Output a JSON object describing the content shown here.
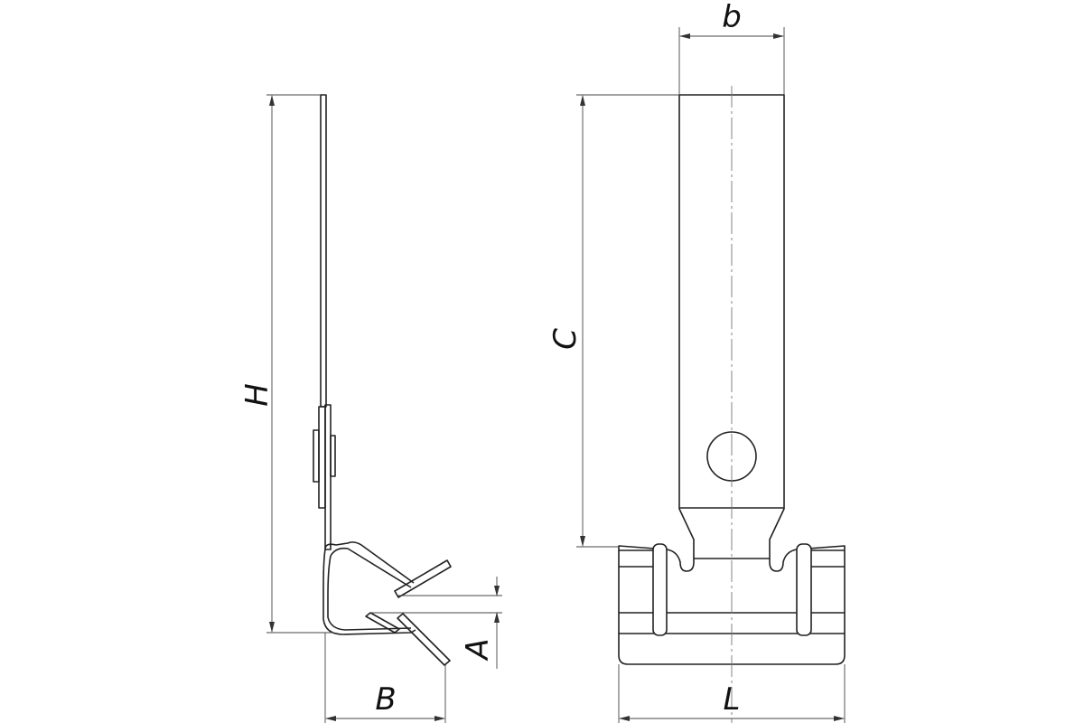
{
  "drawing": {
    "side_view": {
      "dimensions": {
        "height": "H",
        "width": "B",
        "gap": "A"
      }
    },
    "front_view": {
      "dimensions": {
        "strip_width": "b",
        "strip_length": "C",
        "base_length": "L"
      }
    },
    "line_color": "#222222"
  }
}
